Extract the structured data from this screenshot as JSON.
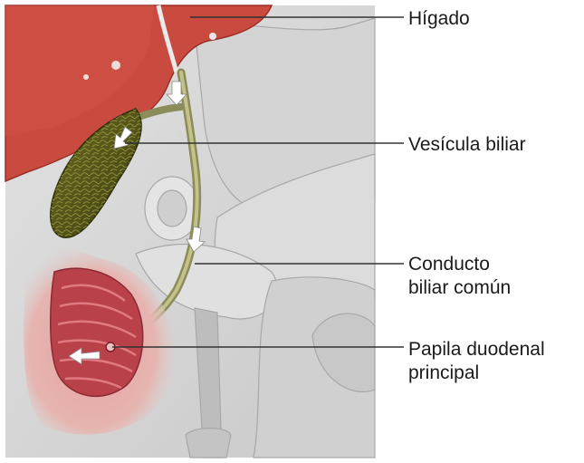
{
  "labels": {
    "higado": "Hígado",
    "vesicula": "Vesícula biliar",
    "conducto": [
      "Conducto",
      "biliar común"
    ],
    "papila": [
      "Papila duodenal",
      "principal"
    ]
  },
  "colors": {
    "liver": "#c94a3f",
    "gallbladder": "#5a5a1e",
    "duodenum_mucosa": "#b8414a",
    "tissue_gray": "#cfcfcf",
    "leader_line": "#333333"
  },
  "icons": [
    "bile-flow-arrow-icon"
  ]
}
